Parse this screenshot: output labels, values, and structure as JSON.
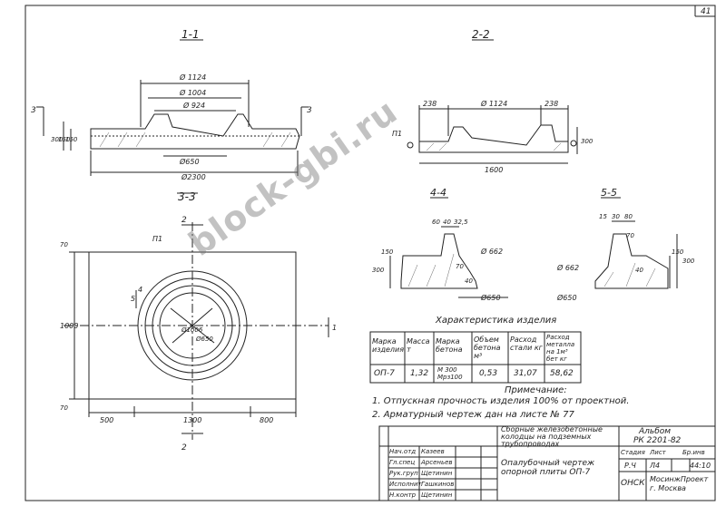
{
  "sheet_number": "41",
  "section_labels": {
    "s11": "1-1",
    "s22": "2-2",
    "s33": "3-3",
    "s44": "4-4",
    "s55": "5-5"
  },
  "dims_11": {
    "d1124": "Ø 1124",
    "d1004": "Ø 1004",
    "d924": "Ø 924",
    "d650": "Ø650",
    "d2300": "Ø2300",
    "h300": "300",
    "h150a": "150",
    "h150b": "150",
    "cut3": "3"
  },
  "dims_22": {
    "d238a": "238",
    "d1124": "Ø 1124",
    "d238b": "238",
    "p1": "П1",
    "h300": "300",
    "l1600": "1600"
  },
  "dims_33": {
    "p1": "П1",
    "w500": "500",
    "w1300": "1300",
    "w800": "800",
    "h1000": "1000",
    "h70a": "70",
    "h70b": "70",
    "cut2": "2",
    "cut5": "5",
    "cut4": "4",
    "cut1": "1",
    "d1006": "Ø1006",
    "d650": "Ø650"
  },
  "dims_44": {
    "d60": "60",
    "d40": "40",
    "d325": "32,5",
    "d662": "Ø 662",
    "d650": "Ø650",
    "h300": "300",
    "h150": "150",
    "h70": "70",
    "h40": "40"
  },
  "dims_55": {
    "d15": "15",
    "d30": "30",
    "d80": "80",
    "d662": "Ø 662",
    "d650": "Ø650",
    "h70": "70",
    "h150": "150",
    "h300": "300",
    "h40": "40"
  },
  "spec": {
    "title": "Характеристика изделия",
    "headers": [
      "Марка изделия",
      "Масса т",
      "Марка бетона",
      "Объем бетона м³",
      "Расход стали кг",
      "Расход металла на 1м³ бет кг"
    ],
    "row": [
      "ОП-7",
      "1,32",
      "М 300 Мрз100",
      "0,53",
      "31,07",
      "58,62"
    ]
  },
  "notes": {
    "title": "Примечание:",
    "n1": "1. Отпускная прочность изделия 100% от проектной.",
    "n2": "2. Арматурный чертеж дан на листе № 77"
  },
  "title_block": {
    "project": "Сборные железобетонные колодцы на подземных трубопроводах",
    "album": "Альбом",
    "code": "РК 2201-82",
    "drawing": "Опалубочный чертеж опорной плиты ОП-7",
    "org": "МосинжПроект г. Москва",
    "stamp": "ОНСК",
    "stage_h": "Стадия",
    "sheet_h": "Лист",
    "sheets_h": "Бр.инв",
    "stage": "Р.Ч",
    "sheet": "Л4",
    "sheets": "44:10",
    "roles": [
      "Нач.отд",
      "Гл.спец",
      "Рук.груп",
      "Исполнит",
      "Н.контр"
    ],
    "names": [
      "Казеев",
      "Арсеньев",
      "Щетинин",
      "Гашкинов",
      "Щетинин"
    ]
  },
  "watermark": "block-gbi.ru"
}
